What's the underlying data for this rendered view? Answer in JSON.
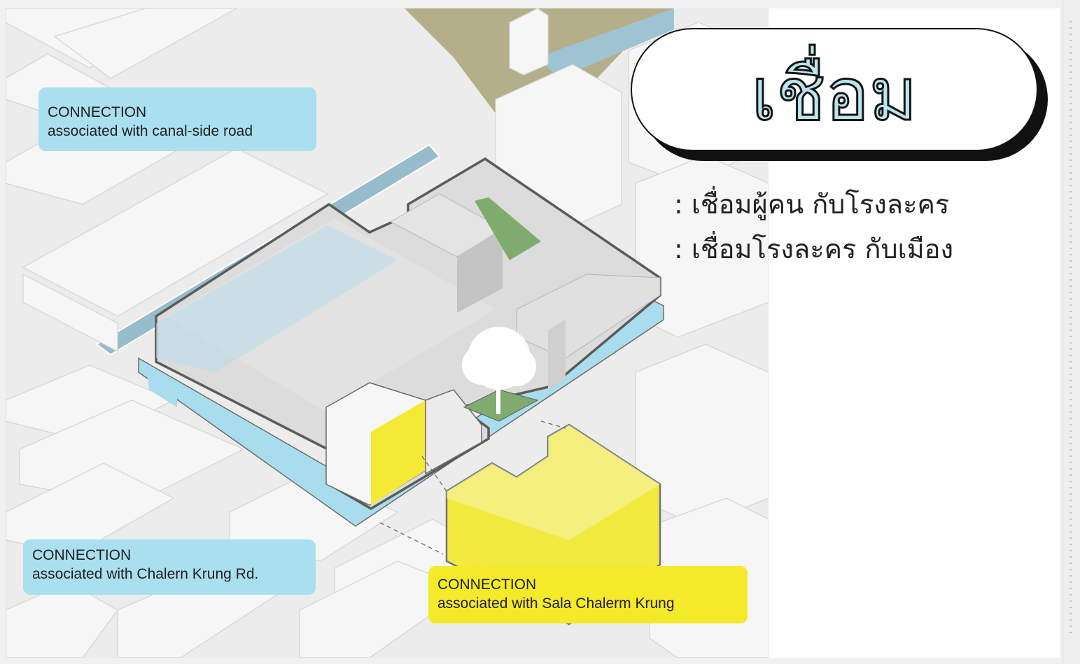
{
  "title": "เชื่อม",
  "subtitle_lines": [
    ": เชื่อมผู้คน กับโรงละคร",
    ": เชื่อมโรงละคร กับเมือง"
  ],
  "labels": {
    "canal": {
      "heading": "CONNECTION",
      "text": "associated with canal-side road"
    },
    "road": {
      "heading": "CONNECTION",
      "text": "associated with Chalern Krung Rd."
    },
    "sala": {
      "heading": "CONNECTION",
      "text": "associated with Sala Chalerm Krung"
    }
  },
  "colors": {
    "label_blue": "#aadff0",
    "label_yellow": "#f5ea2a",
    "plaza_blue": "#a9dcec",
    "canal_blue": "#9ec4d4",
    "park_olive": "#b4af8a",
    "highlight_yellow": "#f4ea36",
    "courtyard_green": "#7fac6e",
    "title_fill": "#b9e6ef",
    "outline": "#555555"
  },
  "icons": {
    "tree": "tree-icon"
  }
}
